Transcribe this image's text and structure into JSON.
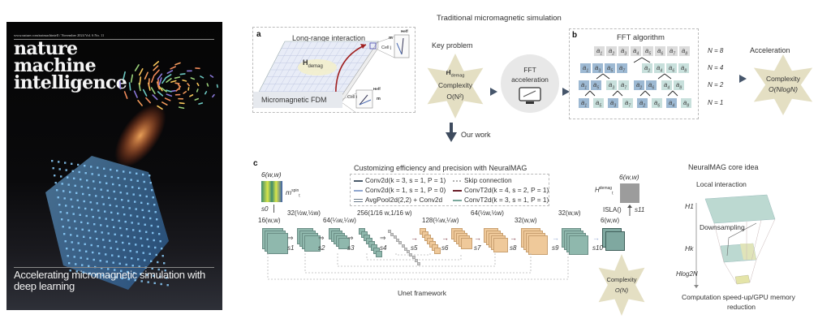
{
  "cover": {
    "url_line": "www.nature.com/natmachintell / November 2024 Vol. 6 No. 11",
    "journal_title_lines": [
      "nature",
      "machine",
      "intelligence"
    ],
    "headline": "Accelerating micromagnetic simulation with deep learning"
  },
  "header": {
    "title": "Traditional micromagnetic simulation"
  },
  "panel_a": {
    "letter": "a",
    "long_range_label": "Long-range interaction",
    "fdm_label": "Micromagnetic FDM",
    "hdemag_main": "H",
    "hdemag_sub": "demag",
    "cell_i": "Cell i",
    "cell_j": "Cell j",
    "m_label": "m",
    "heff_label": "Heff"
  },
  "key_problem": {
    "title": "Key problem",
    "h_main": "H",
    "h_sub": "demag",
    "complexity": "Complexity",
    "order": "O(N²)"
  },
  "fft_accel": {
    "line1": "FFT",
    "line2": "acceleration",
    "icon": "monitor-icon"
  },
  "panel_b": {
    "letter": "b",
    "title": "FFT algorithm",
    "rows": [
      {
        "n_label": "N = 8",
        "groups": [
          [
            "a1",
            "a2",
            "a3",
            "a4",
            "a5",
            "a6",
            "a7",
            "a8"
          ]
        ]
      },
      {
        "n_label": "N = 4",
        "groups": [
          [
            "a1",
            "a3",
            "a5",
            "a7"
          ],
          [
            "a2",
            "a4",
            "a6",
            "a8"
          ]
        ]
      },
      {
        "n_label": "N = 2",
        "groups": [
          [
            "a1",
            "a5"
          ],
          [
            "a3",
            "a7"
          ],
          [
            "a2",
            "a6"
          ],
          [
            "a4",
            "a8"
          ]
        ]
      },
      {
        "n_label": "N = 1",
        "groups": [
          [
            "a1"
          ],
          [
            "a5"
          ],
          [
            "a3"
          ],
          [
            "a7"
          ],
          [
            "a2"
          ],
          [
            "a6"
          ],
          [
            "a4"
          ],
          [
            "a8"
          ]
        ]
      }
    ]
  },
  "acceleration": {
    "title": "Acceleration",
    "complexity": "Complexity",
    "order": "O(NlogN)"
  },
  "our_work": "Our work",
  "panel_c": {
    "letter": "c",
    "legend_title": "Customizing efficiency and precision with NeuralMAG",
    "legend": [
      {
        "label": "Conv2d(k = 3, s = 1, P = 1)",
        "color": "#4a5a6a"
      },
      {
        "label": "Conv2d(k = 1, s = 1, P = 0)",
        "color": "#8fa6cf"
      },
      {
        "label": "AvgPool2d(2,2) + Conv2d",
        "color": "#6a7a8a"
      },
      {
        "label": "Skip connection",
        "color": "#b0b0b0"
      },
      {
        "label": "ConvT2d(k = 4, s = 2, P = 1)",
        "color": "#6b1f2a"
      },
      {
        "label": "ConvT2d(k = 3, s = 1, P = 1)",
        "color": "#7aa89c"
      }
    ],
    "input_dim": "6(w,w)",
    "input_label_main": "m",
    "input_label_sup": "spin",
    "input_label_sub": "t",
    "s0": "s0",
    "dims": [
      "16(w,w)",
      "32(½w,½w)",
      "64(¼w,¼w)",
      "256(1/16 w,1/16 w)",
      "128(¼w,¼w)",
      "64(½w,½w)",
      "32(w,w)",
      "32(w,w)",
      "6(w,w)"
    ],
    "steps": [
      "s1",
      "s2",
      "s3",
      "s4",
      "s5",
      "s6",
      "s7",
      "s8",
      "s9",
      "s10"
    ],
    "output_dim": "6(w,w)",
    "output_label_main": "H",
    "output_label_sup": "demag",
    "output_label_sub": "t",
    "isla": "ISLA()",
    "s11": "s11",
    "unet_label": "Unet framework",
    "complexity": "Complexity",
    "order": "O(N)"
  },
  "core_idea": {
    "title": "NeuralMAG core idea",
    "local_interaction": "Local interaction",
    "downsampling": "Downsampling",
    "h1": "H1",
    "hk": "Hk",
    "hlog": "Hlog2N",
    "caption_line1": "Computation speed-up/GPU memory",
    "caption_line2": "reduction"
  },
  "colors": {
    "star": "#e4dfc3",
    "teal": "#8fb8ad",
    "orange": "#efc99a",
    "blue_cell": "#9db9d3",
    "mint_cell": "#c8e0dc",
    "grey_cell": "#dcdcdc",
    "arrow": "#46566b"
  }
}
